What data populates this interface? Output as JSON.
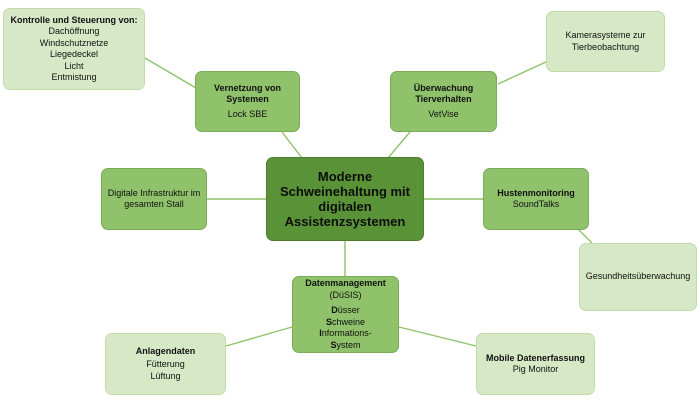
{
  "center": {
    "title": "Moderne Schweinehaltung mit digitalen Assistenzsystemen"
  },
  "kontrolle": {
    "title": "Kontrolle und Steuerung von:",
    "items": [
      "Dachöffnung",
      "Windschutznetze",
      "Liegedeckel",
      "Licht",
      "Entmistung"
    ]
  },
  "vernetzung": {
    "title": "Vernetzung von Systemen",
    "sub": "Lock SBE"
  },
  "ueberwachung": {
    "title": "Überwachung Tierverhalten",
    "sub": "VetVise"
  },
  "kamera": {
    "text": "Kamerasysteme zur Tierbeobachtung"
  },
  "infrastruktur": {
    "text": "Digitale Infrastruktur im gesamten Stall"
  },
  "husten": {
    "title": "Hustenmonitoring",
    "sub": "SoundTalks"
  },
  "gesundheit": {
    "text": "Gesundheitsüberwachung"
  },
  "datenmanagement": {
    "title": "Datenmanagement",
    "abbr": "(DüSIS)",
    "lines": [
      {
        "initial": "D",
        "rest": "üsser"
      },
      {
        "initial": "S",
        "rest": "chweine"
      },
      {
        "initial": "I",
        "rest": "nformations-"
      },
      {
        "initial": "S",
        "rest": "ystem"
      }
    ]
  },
  "anlagendaten": {
    "title": "Anlagendaten",
    "items": [
      "Fütterung",
      "Lüftung"
    ]
  },
  "mobile": {
    "title": "Mobile Datenerfassung",
    "sub": "Pig Monitor"
  },
  "colors": {
    "light_node": "#d6e8c6",
    "mid_node": "#8fc26a",
    "center_node": "#5a9337",
    "connector": "#8fc26a"
  }
}
